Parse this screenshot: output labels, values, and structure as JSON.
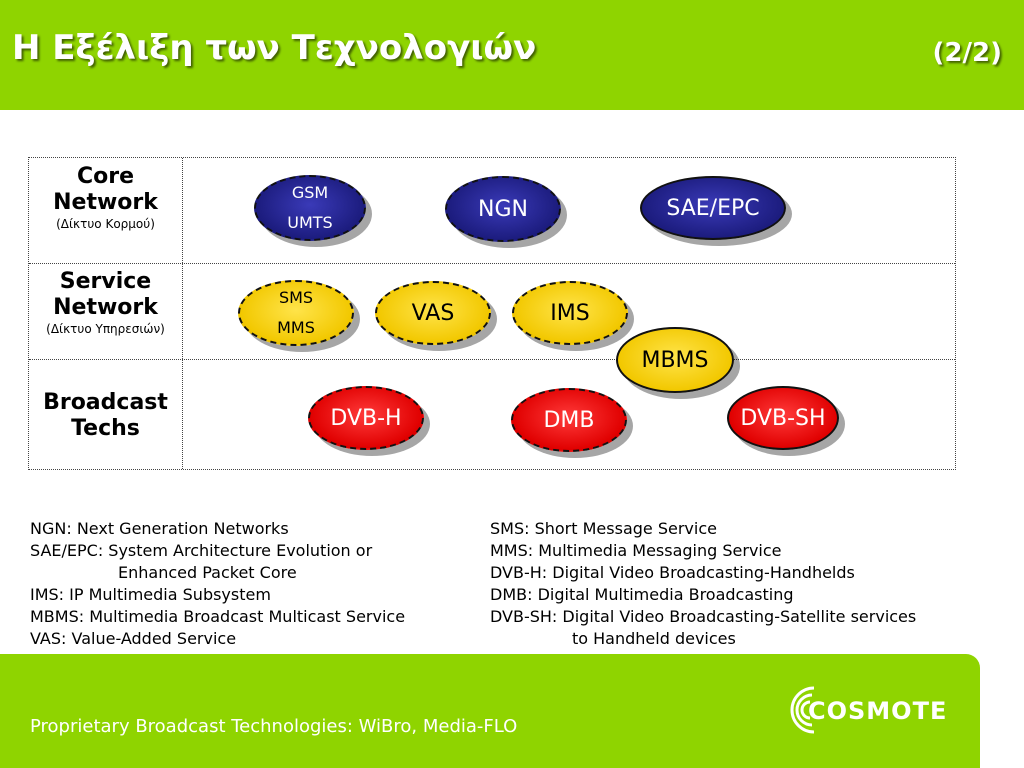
{
  "header": {
    "title": "Η Εξέλιξη των Τεχνολογιών",
    "page": "(2/2)"
  },
  "rows": {
    "core": {
      "label_main": "Core Network",
      "label_sub": "(Δίκτυο Κορμού)"
    },
    "service": {
      "label_main": "Service Network",
      "label_sub": "(Δίκτυο Υπηρεσιών)"
    },
    "broadcast": {
      "label_main": "Broadcast Techs"
    }
  },
  "ovals": {
    "gsm": "GSM",
    "umts": "UMTS",
    "ngn": "NGN",
    "sae_epc": "SAE/EPC",
    "sms": "SMS",
    "mms": "MMS",
    "vas": "VAS",
    "ims": "IMS",
    "mbms": "MBMS",
    "dvb_h": "DVB-H",
    "dmb": "DMB",
    "dvb_sh": "DVB-SH"
  },
  "definitions": {
    "left": [
      "NGN: Next Generation Networks",
      "SAE/EPC: System Architecture Evolution or",
      "Enhanced Packet Core",
      "IMS: IP Multimedia Subsystem",
      "MBMS: Multimedia Broadcast Multicast Service",
      "VAS: Value-Added Service"
    ],
    "right": [
      "SMS: Short Message Service",
      "MMS: Multimedia Messaging Service",
      "DVB-H: Digital Video Broadcasting-Handhelds",
      "DMB: Digital Multimedia Broadcasting",
      "DVB-SH: Digital Video Broadcasting-Satellite services",
      "to Handheld devices"
    ]
  },
  "footer": {
    "text": "Proprietary Broadcast Technologies: WiBro, Media-FLO",
    "logo_text": "COSMOTE"
  },
  "colors": {
    "brand_green": "#8fd400",
    "blue": "#1a1a7a",
    "yellow": "#f2c800",
    "red": "#e00000"
  }
}
